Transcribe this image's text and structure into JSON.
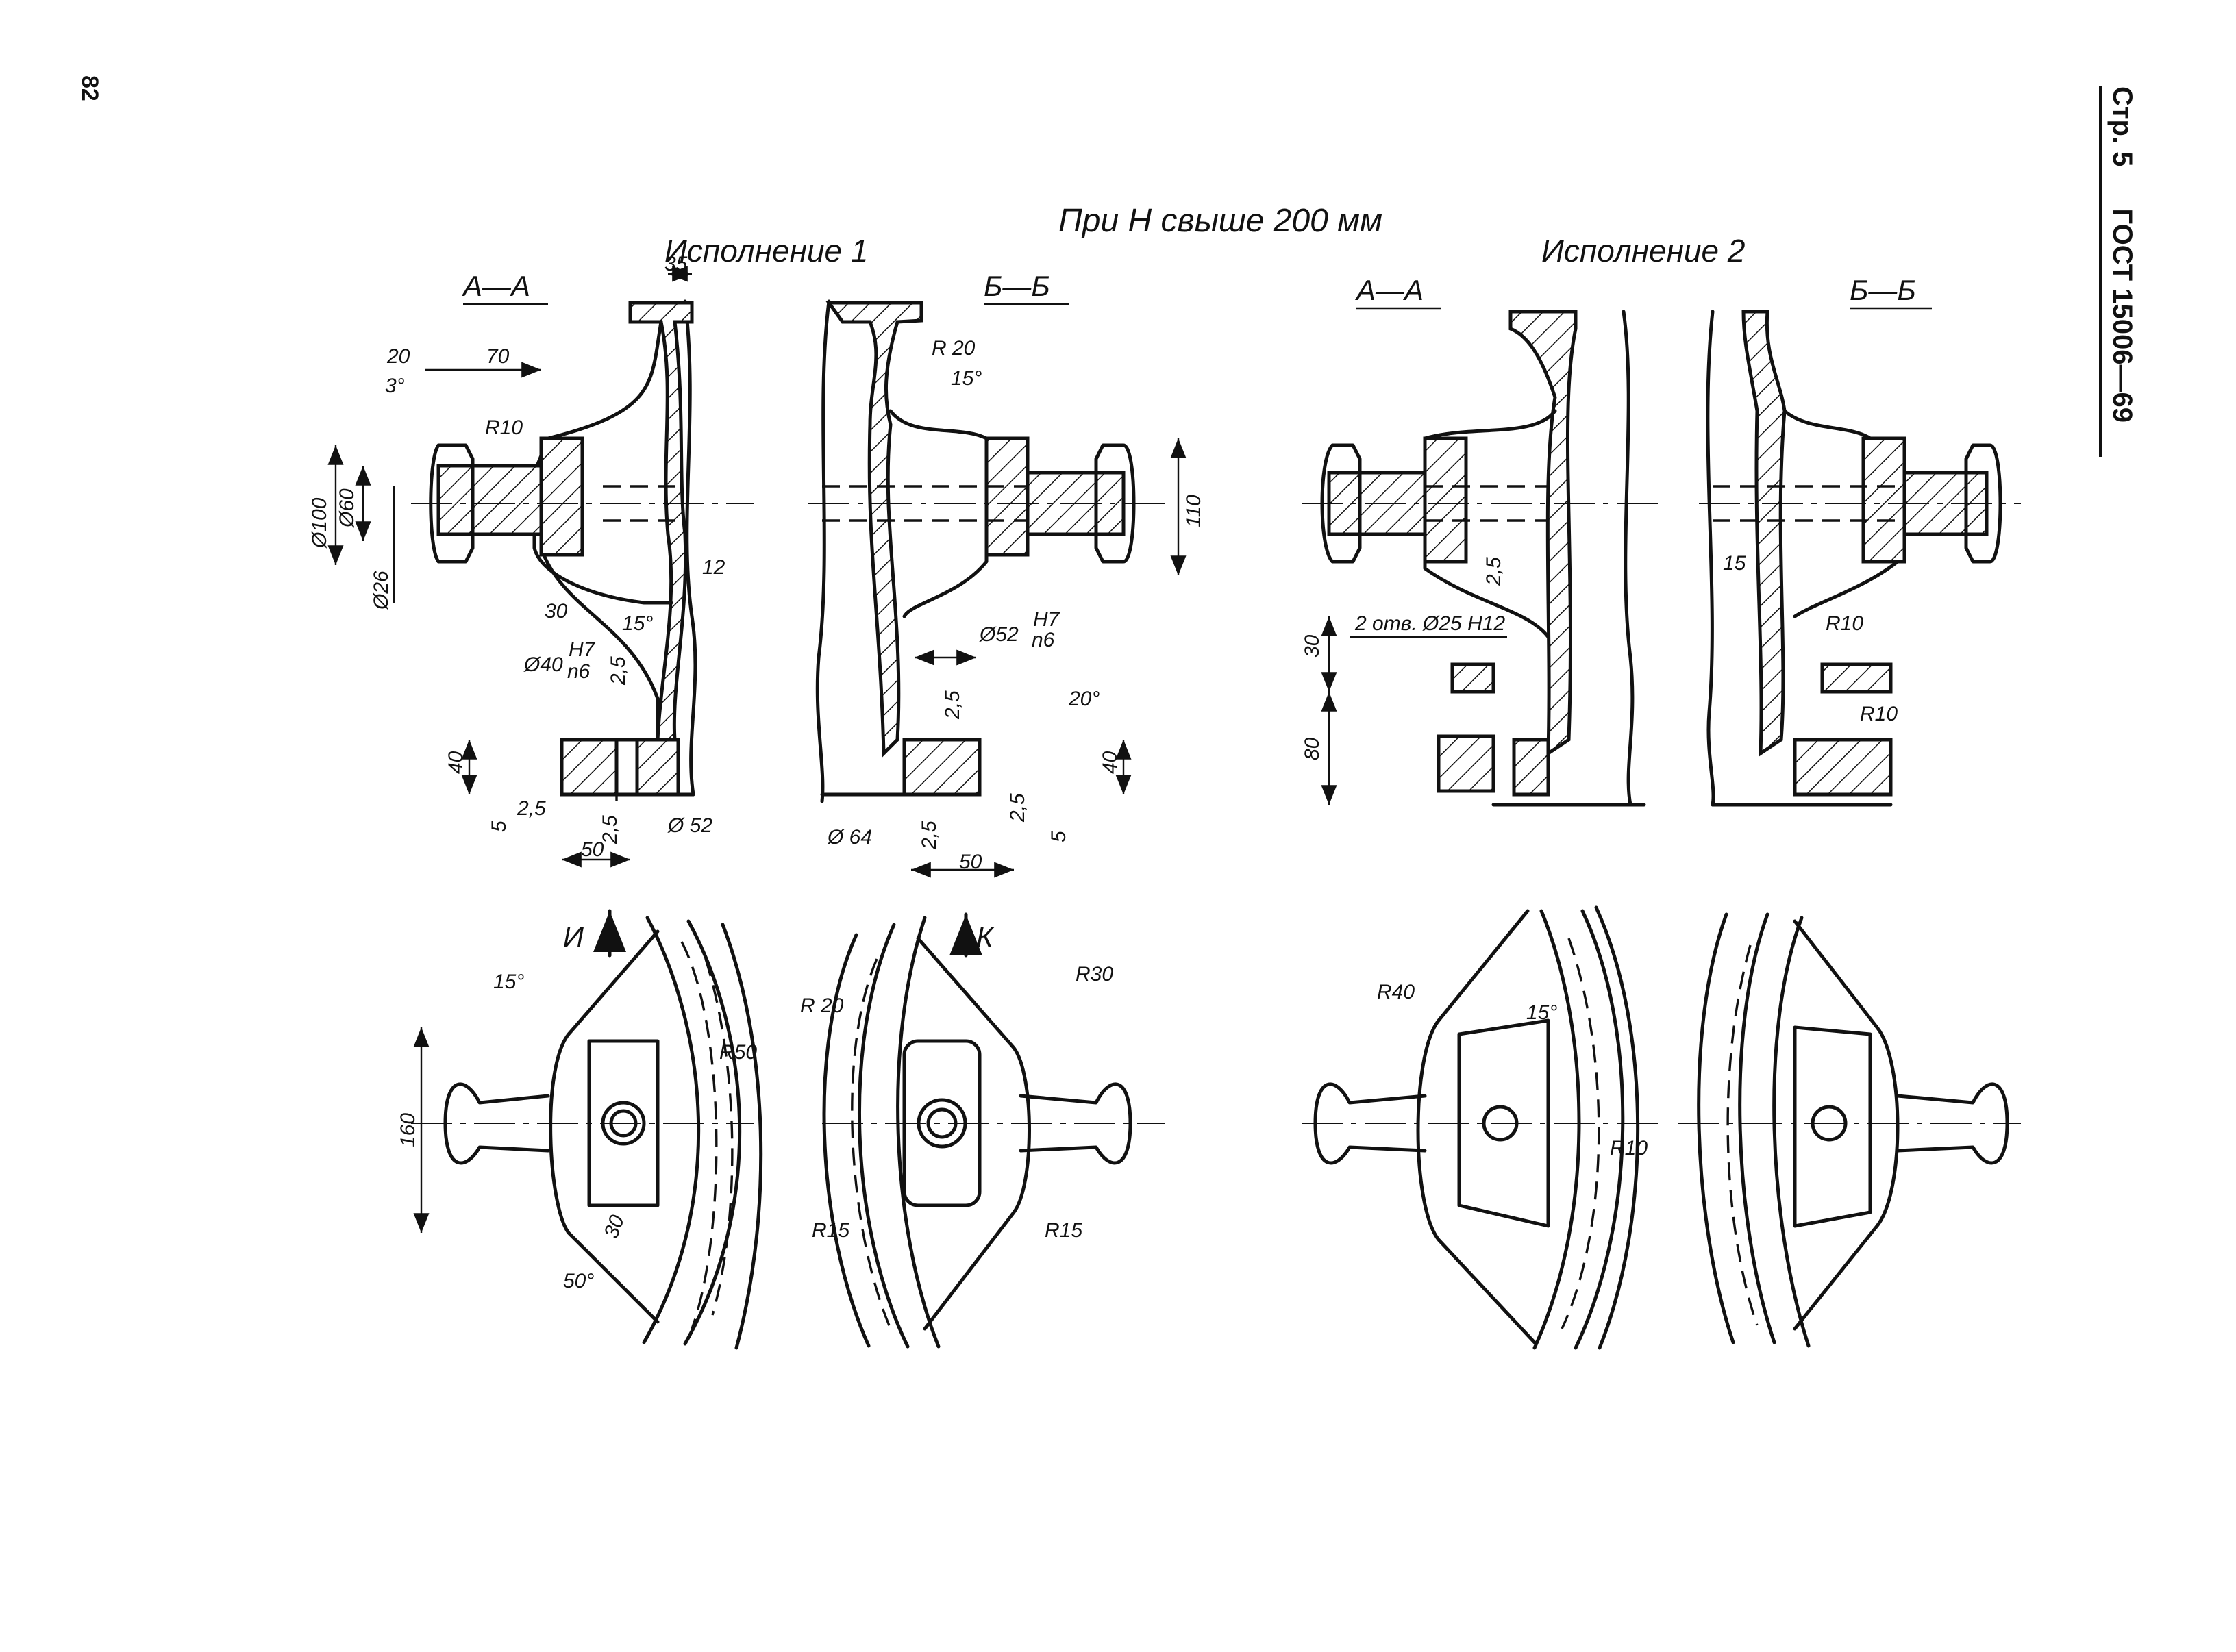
{
  "header": {
    "page_label": "Стр. 5",
    "standard": "ГОСТ 15006—69",
    "page_number": "82",
    "title": "При Н свыше 200 мм"
  },
  "views": {
    "exec1_label": "Исполнение 1",
    "exec2_label": "Исполнение 2",
    "section_aa": "А—А",
    "section_bb": "Б—Б",
    "view_i": "И",
    "view_k": "К"
  },
  "dimensions": {
    "d35": "35",
    "d20": "20",
    "d70": "70",
    "a3": "3°",
    "r10": "R10",
    "phi100": "Ø100",
    "phi60": "Ø60",
    "phi26": "Ø26",
    "d12": "12",
    "d30": "30",
    "a15": "15°",
    "phi40": "Ø40",
    "fit": "H7",
    "fit_lower": "n6",
    "d25": "2,5",
    "d40": "40",
    "d5": "5",
    "phi52": "Ø 52",
    "d50": "50",
    "r20": "R 20",
    "d110": "110",
    "phi52b": "Ø52",
    "a20": "20°",
    "phi64": "Ø 64",
    "holes": "2 отв. Ø25 Н12",
    "d80": "80",
    "d15": "15",
    "d160": "160",
    "r50": "R50",
    "a50": "50°",
    "r30": "R30",
    "r15": "R15",
    "r40": "R40"
  }
}
